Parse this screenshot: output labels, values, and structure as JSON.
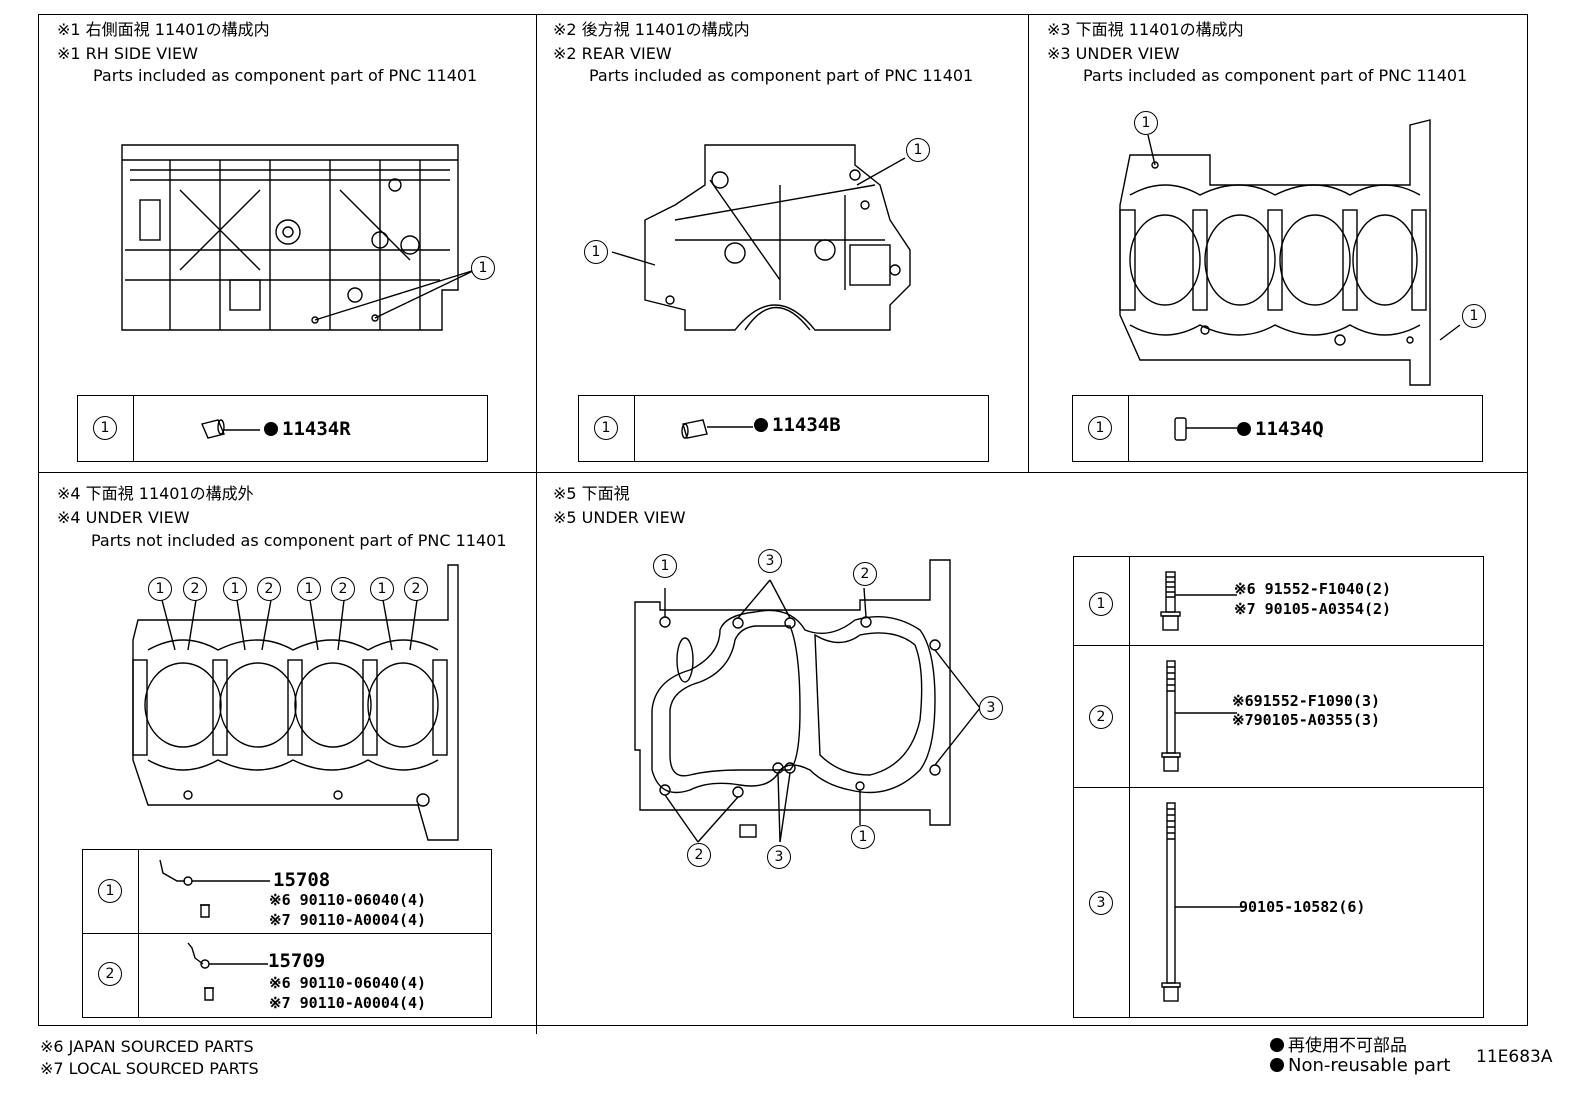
{
  "panels": {
    "p1": {
      "title_jp": "※1 右側面視 11401の構成内",
      "title_en": "※1 RH SIDE VIEW",
      "subtitle": "Parts included as component part of PNC 11401",
      "callouts": [
        "1"
      ],
      "table": [
        {
          "no": "1",
          "part": "11434R",
          "non_reusable": true
        }
      ]
    },
    "p2": {
      "title_jp": "※2 後方視 11401の構成内",
      "title_en": "※2 REAR VIEW",
      "subtitle": "Parts included as component part of PNC 11401",
      "callouts": [
        "1",
        "1"
      ],
      "table": [
        {
          "no": "1",
          "part": "11434B",
          "non_reusable": true
        }
      ]
    },
    "p3": {
      "title_jp": "※3 下面視 11401の構成内",
      "title_en": "※3 UNDER VIEW",
      "subtitle": "Parts included as component part of PNC 11401",
      "callouts": [
        "1",
        "1"
      ],
      "table": [
        {
          "no": "1",
          "part": "11434Q",
          "non_reusable": true
        }
      ]
    },
    "p4": {
      "title_jp": "※4 下面視 11401の構成外",
      "title_en": "※4 UNDER VIEW",
      "subtitle": "Parts not included as component part of PNC 11401",
      "callouts": [
        "1",
        "2",
        "1",
        "2",
        "1",
        "2",
        "1",
        "2"
      ],
      "table": [
        {
          "no": "1",
          "part": "15708",
          "jp": "※6 90110-06040(4)",
          "local": "※7 90110-A0004(4)"
        },
        {
          "no": "2",
          "part": "15709",
          "jp": "※6 90110-06040(4)",
          "local": "※7 90110-A0004(4)"
        }
      ]
    },
    "p5": {
      "title_jp": "※5 下面視",
      "title_en": "※5 UNDER VIEW",
      "callouts": [
        "1",
        "3",
        "2",
        "3",
        "2",
        "3",
        "1"
      ],
      "table": [
        {
          "no": "1",
          "jp": "※6 91552-F1040(2)",
          "local": "※7 90105-A0354(2)"
        },
        {
          "no": "2",
          "jp": "※691552-F1090(3)",
          "local": "※790105-A0355(3)"
        },
        {
          "no": "3",
          "part": "90105-10582(6)"
        }
      ]
    }
  },
  "footer": {
    "note6": "※6 JAPAN SOURCED PARTS",
    "note7": "※7 LOCAL SOURCED PARTS",
    "legend_jp": "再使用不可部品",
    "legend_en": "Non-reusable part",
    "figure_id": "11E683A"
  }
}
